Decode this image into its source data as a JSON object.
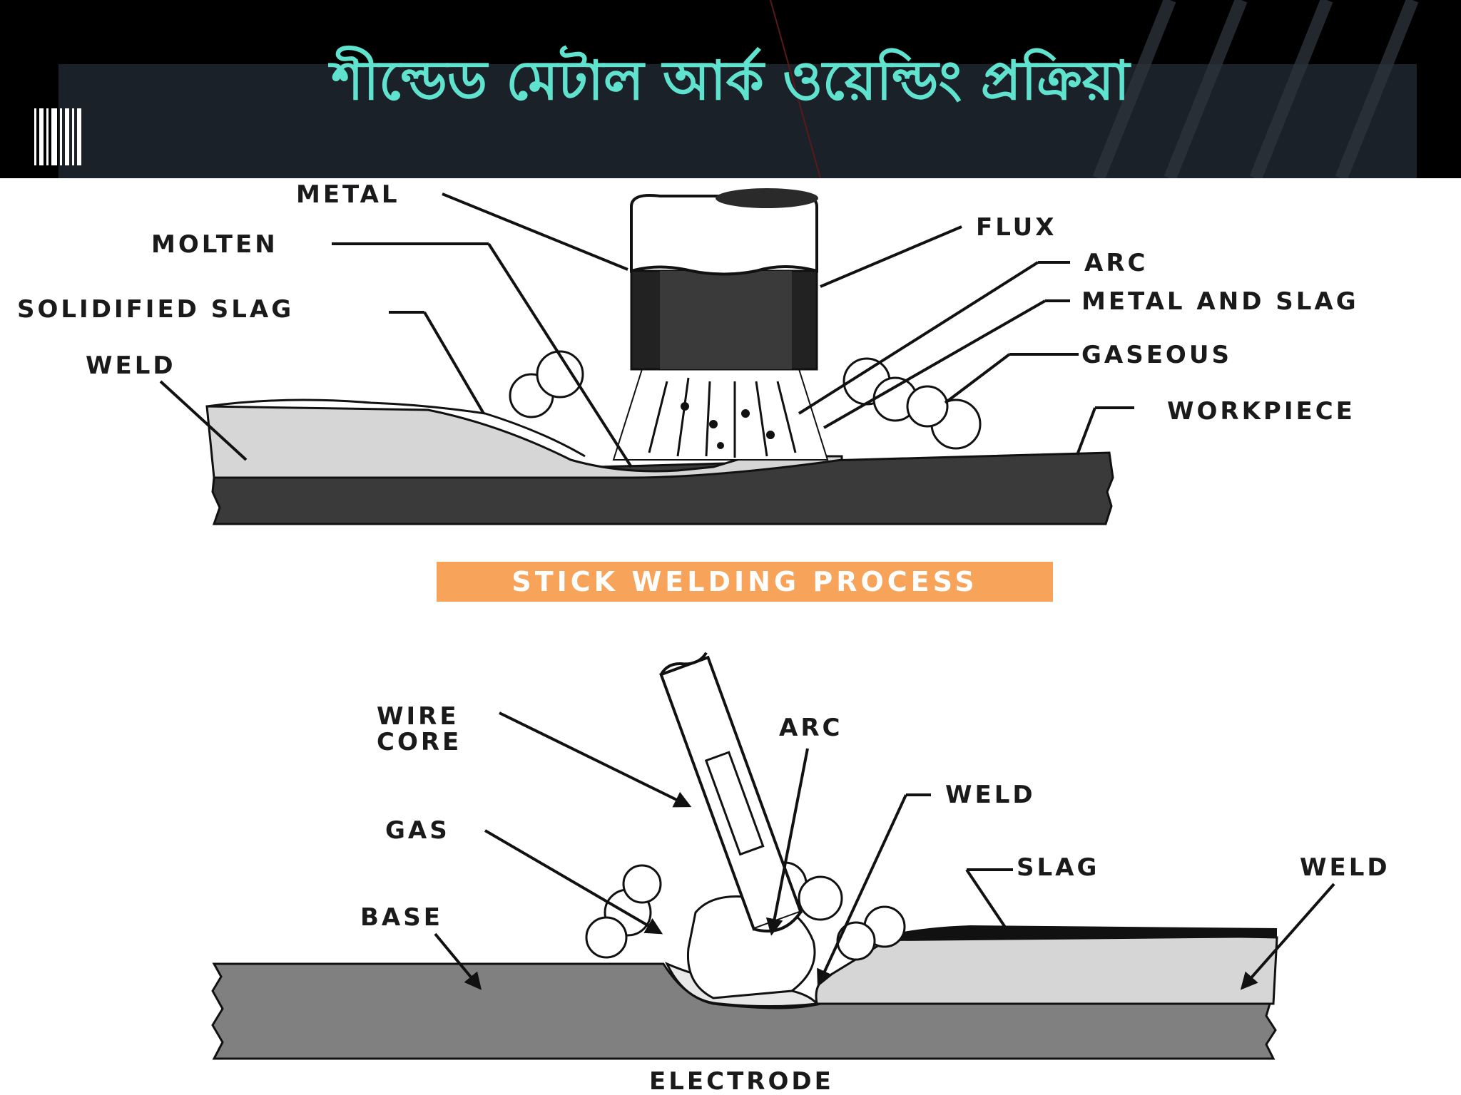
{
  "slide": {
    "title": "শীল্ডেড মেটাল আর্ক ওয়েল্ডিং প্রক্রিয়া"
  },
  "diagram_top": {
    "labels": {
      "metal": "METAL",
      "molten": "MOLTEN",
      "solidified_slag": "SOLIDIFIED SLAG",
      "weld": "WELD",
      "flux": "FLUX",
      "arc": "ARC",
      "metal_and_slag": "METAL AND SLAG",
      "gaseous": "GASEOUS",
      "workpiece": "WORKPIECE"
    },
    "caption": "STICK WELDING PROCESS"
  },
  "diagram_bottom": {
    "labels": {
      "wire": "WIRE",
      "core": "CORE",
      "gas": "GAS",
      "base": "BASE",
      "arc": "ARC",
      "weld": "WELD",
      "slag": "SLAG",
      "weld_right": "WELD",
      "electrode": "ELECTRODE"
    }
  },
  "colors": {
    "title": "#5fe3cf",
    "header_band": "#1b2128",
    "caption_bg": "#f7a35a",
    "metal_dark": "#3a3a3a",
    "weld_light": "#d6d6d6"
  }
}
